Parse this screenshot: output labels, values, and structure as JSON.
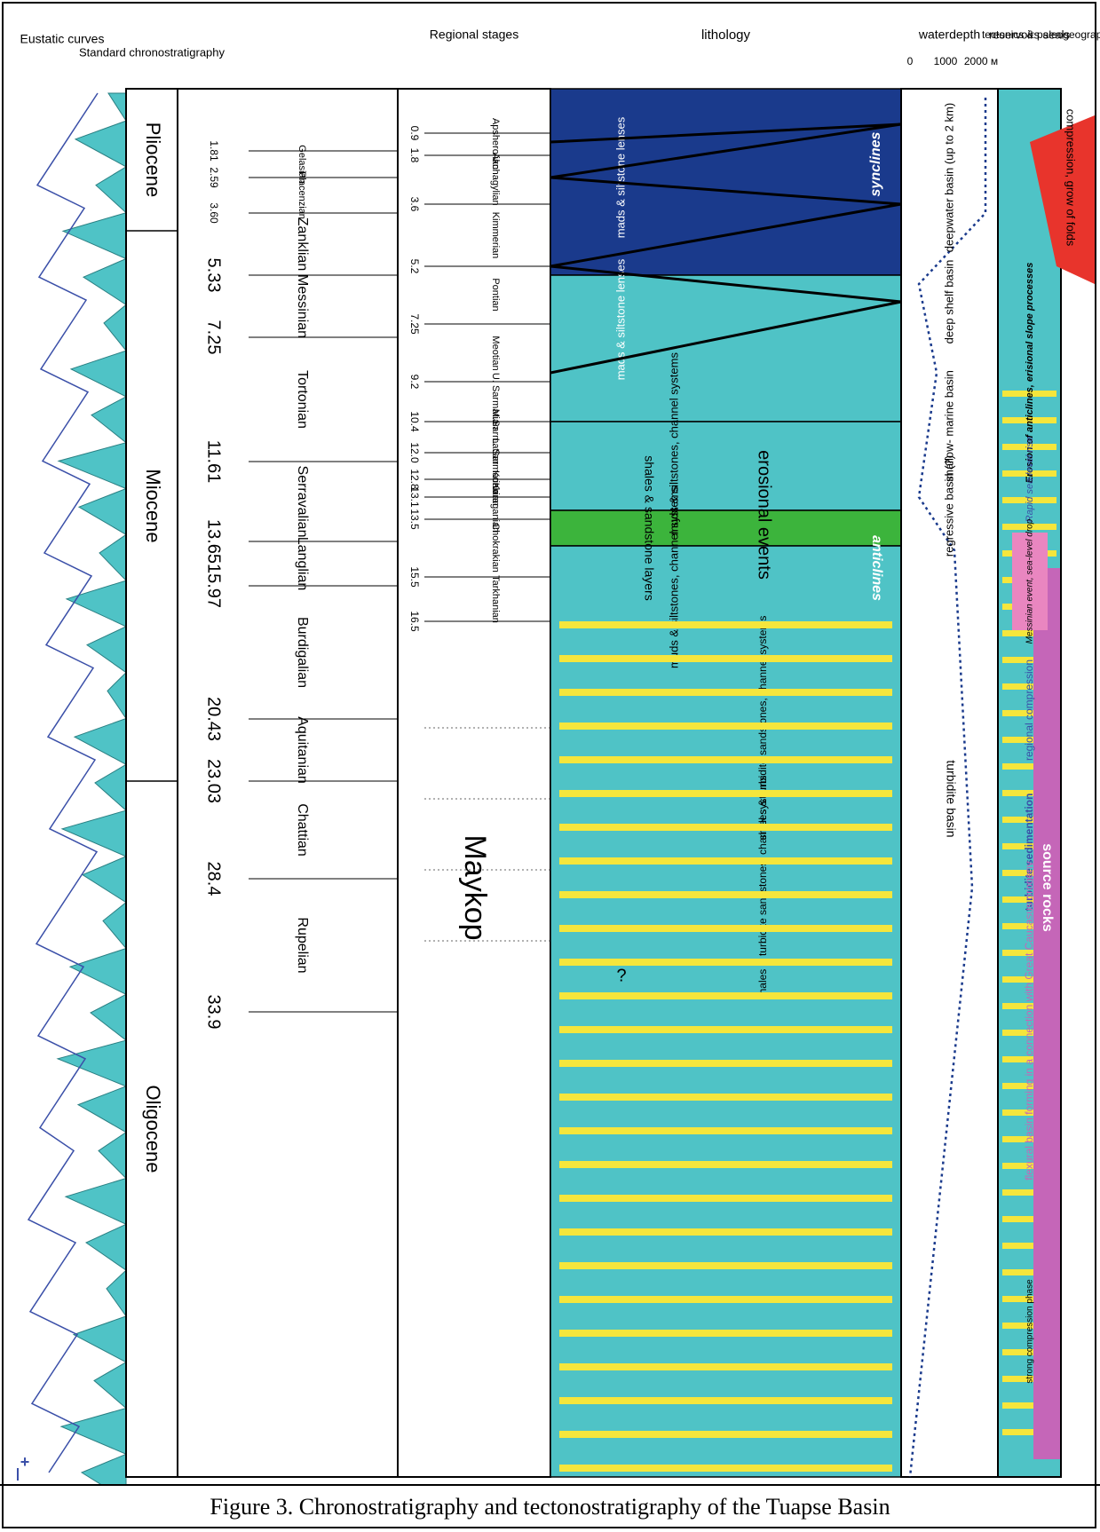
{
  "title": "Chronostratigraphy and tectonostratigraphy of the Tuapse Basin",
  "caption": "Figure 3. Chronostratigraphy and tectonostratigraphy of the Tuapse Basin",
  "colors": {
    "teal": "#4fc3c6",
    "navy": "#1a3a8c",
    "curve_blue": "#3a4fa8",
    "yellow": "#f5e63c",
    "green": "#3cb43c",
    "red": "#e8342c",
    "pink": "#e986c0",
    "magenta": "#c566b8",
    "black": "#000000"
  },
  "headers": {
    "eustatic": "Eustatic curves",
    "epoch_and_standard": "Standard chronostratigraphy",
    "regional": "Regional stages",
    "lithology": "lithology",
    "waterdepth": "waterdepth",
    "reservoirs": "reservoirs seals",
    "tectonics": "tectonics & paleogeography"
  },
  "epochs": [
    "Pliocene",
    "Miocene",
    "Oligocene"
  ],
  "standard_ages": [
    "1.81",
    "2.59",
    "3.60",
    "5.33",
    "7.25",
    "11.61",
    "13.65",
    "15.97",
    "20.43",
    "23.03",
    "28.4",
    "33.9"
  ],
  "standard_stages": [
    "Gelasian",
    "Placenzian",
    "Zanklian",
    "Messinian",
    "Tortonian",
    "Serravalian",
    "Langlian",
    "Burdigalian",
    "Aquitanian",
    "Chattian",
    "Rupelian"
  ],
  "regional_ages": [
    "0.9",
    "1.8",
    "3.6",
    "5.2",
    "7.25",
    "9.2",
    "10.4",
    "12.0",
    "12.8",
    "13.1",
    "13.5",
    "15.5",
    "16.5"
  ],
  "regional_stages": [
    "Apsherolian",
    "Akchagylian",
    "Kimmerian",
    "Pontian",
    "Meotian",
    "U. Sarmatian",
    "M.Sarmatian",
    "L. Sarmatian",
    "Konkian",
    "Karaganian",
    "Chokrakian",
    "Tarkhanian"
  ],
  "maykop": "Maykop",
  "lithology_labels": {
    "synclines": "synclines",
    "anticlines": "anticlines",
    "erosional": "erosional events",
    "mads1": "mads & siltstone lenses",
    "mads2": "mads & siltstone lenses",
    "muds1": "muds & siltstones, channel systems",
    "shales_sandstone": "shales & sandstone layers",
    "muds2": "muds & siltstones, channel systems",
    "turbidite1": "shales & turbidite sandstones, channel systems",
    "turbidite2": "shales & turbidite sandstones, channel systems",
    "question": "?"
  },
  "waterdepth": {
    "ticks": [
      "0",
      "1000",
      "2000 м"
    ],
    "deepwater": "deepwater basin (up to 2 km)",
    "deep_shelf": "deep shelf basin",
    "shallow": "shallow- marine basin",
    "regressive": "regressive basin (?)",
    "turbidite": "turbidite basin"
  },
  "reservoirs": {
    "source_rocks": "source rocks"
  },
  "tectonics": {
    "compression_folds": "compression, grow of folds",
    "erosion": "Erosion of anticlines, erisional slope processes",
    "rapid_rise": "Rapid sea-level rise",
    "messinian": "Messinian event, sea-level drop",
    "regional_compression": "regional compression",
    "turbidite_sed": "turbidite sedimentation",
    "flexural": "flexural basin forming in a connection with Great Caucasus orogeny",
    "strong_phase": "strong compression phase"
  },
  "eustatic_sign": "+"
}
